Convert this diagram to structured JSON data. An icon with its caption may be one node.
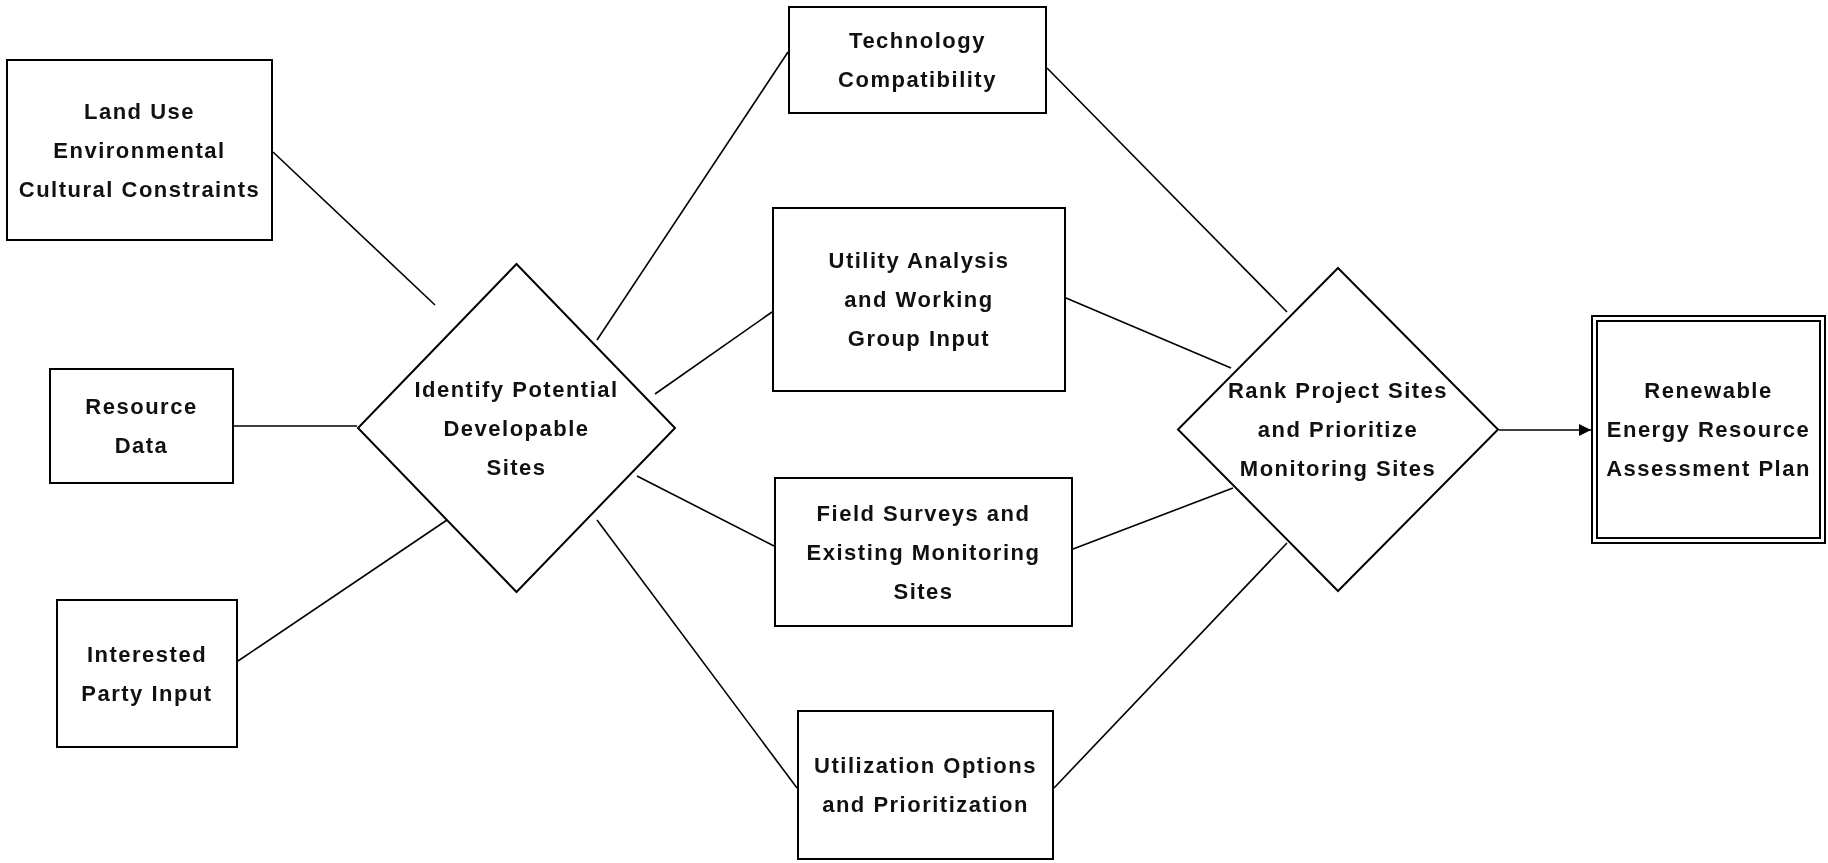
{
  "diagram": {
    "nodes": [
      {
        "text": [
          "Land Use Environmental Cultural Constraints"
        ]
      },
      {
        "text": [
          "Resource Data"
        ]
      },
      {
        "text": [
          "Interested Party Input"
        ]
      },
      {
        "text": [
          "Identify Potential Developable Sites"
        ]
      },
      {
        "text": [
          "Technology Compatibility"
        ]
      },
      {
        "text": [
          "Utility Analysis and Working Group Input"
        ]
      },
      {
        "text": [
          "Field Surveys and Existing Monitoring Sites"
        ]
      },
      {
        "text": [
          "Utilization Options and Prioritization"
        ]
      },
      {
        "text": [
          "Rank Project Sites and Prioritize Monitoring Sites"
        ]
      },
      {
        "text": [
          "Renewable Energy Resource Assessment Plan"
        ]
      }
    ],
    "edges": [
      {
        "from": 0,
        "to": 3,
        "arrow": "none"
      },
      {
        "from": 1,
        "to": 3,
        "arrow": "none"
      },
      {
        "from": 2,
        "to": 3,
        "arrow": "none"
      },
      {
        "from": 3,
        "to": 4,
        "arrow": "none"
      },
      {
        "from": 3,
        "to": 5,
        "arrow": "none"
      },
      {
        "from": 3,
        "to": 6,
        "arrow": "none"
      },
      {
        "from": 3,
        "to": 7,
        "arrow": "none"
      },
      {
        "from": 4,
        "to": 8,
        "arrow": "none"
      },
      {
        "from": 5,
        "to": 8,
        "arrow": "none"
      },
      {
        "from": 6,
        "to": 8,
        "arrow": "none"
      },
      {
        "from": 7,
        "to": 8,
        "arrow": "none"
      },
      {
        "from": 8,
        "to": 9,
        "arrow": "to"
      }
    ]
  }
}
